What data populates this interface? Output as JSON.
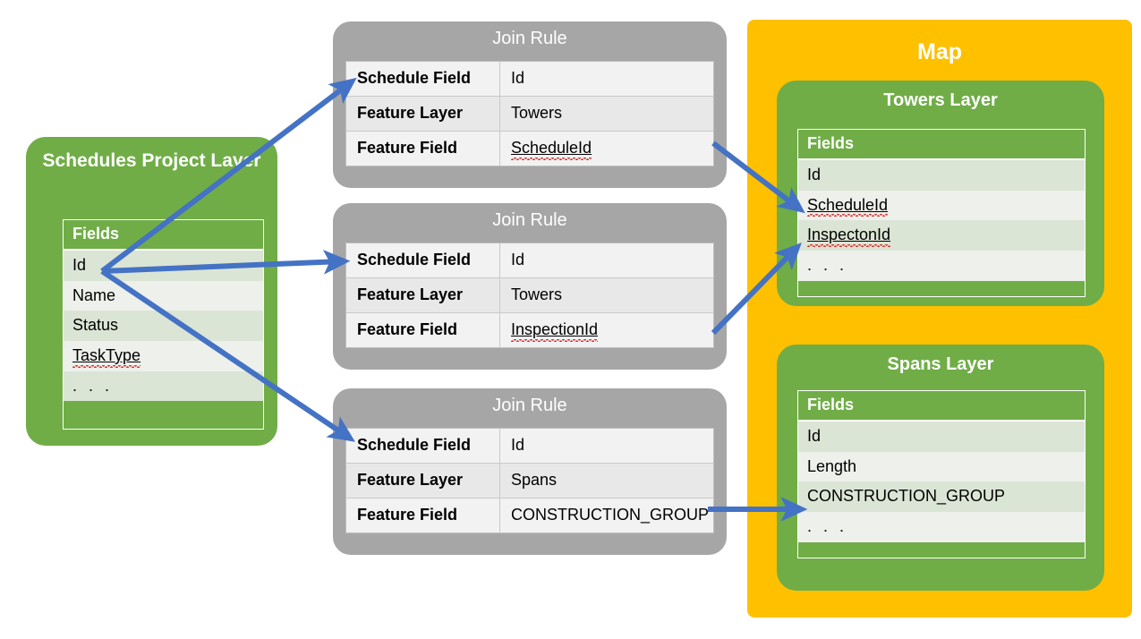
{
  "schedules_layer": {
    "title": "Schedules Project Layer",
    "fields_header": "Fields",
    "fields": [
      "Id",
      "Name",
      "Status",
      "TaskType",
      ". . ."
    ]
  },
  "join_rules": [
    {
      "title": "Join Rule",
      "rows": [
        {
          "key": "Schedule Field",
          "value": "Id"
        },
        {
          "key": "Feature Layer",
          "value": "Towers"
        },
        {
          "key": "Feature Field",
          "value": "ScheduleId"
        }
      ]
    },
    {
      "title": "Join Rule",
      "rows": [
        {
          "key": "Schedule Field",
          "value": "Id"
        },
        {
          "key": "Feature Layer",
          "value": "Towers"
        },
        {
          "key": "Feature Field",
          "value": "InspectionId"
        }
      ]
    },
    {
      "title": "Join Rule",
      "rows": [
        {
          "key": "Schedule Field",
          "value": "Id"
        },
        {
          "key": "Feature Layer",
          "value": "Spans"
        },
        {
          "key": "Feature Field",
          "value": "CONSTRUCTION_GROUP"
        }
      ]
    }
  ],
  "map": {
    "title": "Map",
    "layers": [
      {
        "title": "Towers Layer",
        "fields_header": "Fields",
        "fields": [
          "Id",
          "ScheduleId",
          "InspectonId",
          ". . ."
        ]
      },
      {
        "title": "Spans Layer",
        "fields_header": "Fields",
        "fields": [
          "Id",
          "Length",
          "CONSTRUCTION_GROUP",
          ". . ."
        ]
      }
    ]
  },
  "colors": {
    "green": "#70AD47",
    "orange": "#FFC000",
    "gray": "#A6A6A6",
    "arrow_blue": "#4472C4",
    "row_dark": "#DBE5D5",
    "row_light": "#EDF0EB",
    "jr_row_light": "#F2F2F2",
    "jr_row_dark": "#E8E8E8"
  }
}
